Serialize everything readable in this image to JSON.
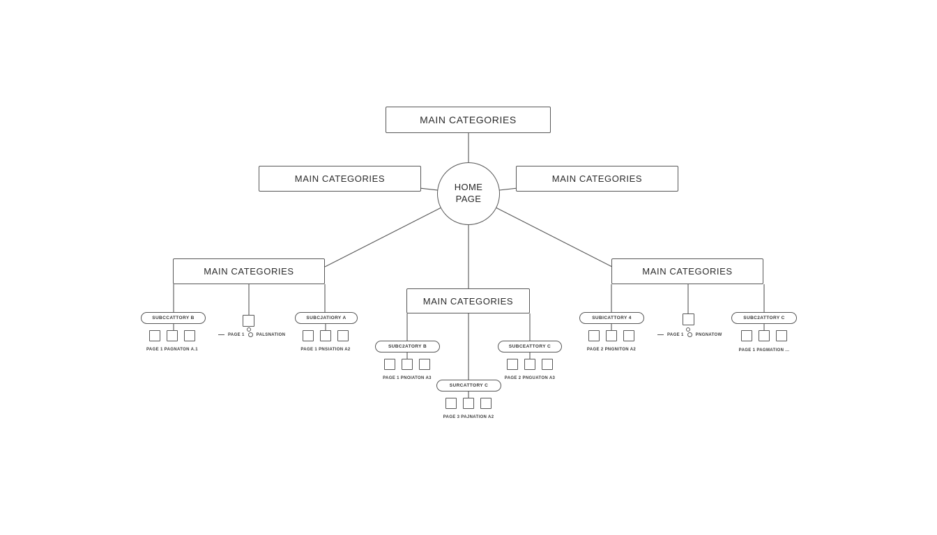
{
  "colors": {
    "line": "#565656",
    "text": "#2a2a2a",
    "background": "#ffffff"
  },
  "home": {
    "label": "HOME PAGE"
  },
  "title_boxes": {
    "top": "MAIN CATEGORIES",
    "left": "MAIN CATEGORIES",
    "right": "MAIN CATEGORIES"
  },
  "subtrees": [
    {
      "box": "MAIN CATEGORIES",
      "left_pill": {
        "label": "SUBCCATTORY B",
        "caption": "PAGE 1 PAGNATON A.1"
      },
      "pagination": {
        "page": "PAGE 1",
        "label": "PALSNATION"
      },
      "right_pill": {
        "label": "SUBCJATIORY A",
        "caption": "PAGE 1 PNSIATION A2"
      }
    },
    {
      "box": "MAIN CATEGORIES",
      "left_pill": {
        "label": "SUBC2ATORY B",
        "caption": "PAGE 1 PNOIATON A3"
      },
      "right_pill": {
        "label": "SUBCEATTORY C",
        "caption": "PAGE 2 PNGUATON A3"
      },
      "bottom_pill": {
        "label": "SURCATTORY C",
        "caption": "PAGE 3 PAJNATION A2"
      }
    },
    {
      "box": "MAIN CATEGORIES",
      "left_pill": {
        "label": "SUBICATTORY 4",
        "caption": "PAGE 2 PNGNITON A2"
      },
      "pagination": {
        "page": "PAGE 1",
        "label": "PNGNATOW"
      },
      "right_pill": {
        "label": "SUBC2ATTORY C",
        "caption": "PAGE 1 PAGMATION ..."
      }
    }
  ]
}
